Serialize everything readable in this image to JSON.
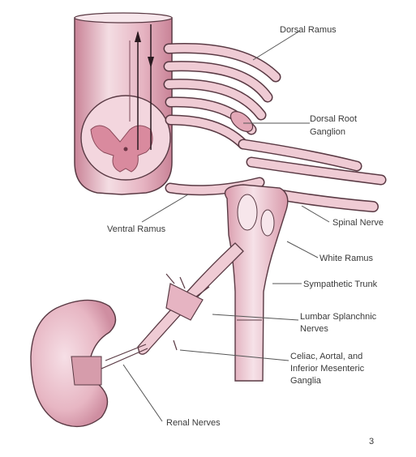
{
  "labels": {
    "dorsal_ramus": "Dorsal Ramus",
    "dorsal_root_ganglion_line1": "Dorsal Root",
    "dorsal_root_ganglion_line2": "Ganglion",
    "ventral_ramus": "Ventral Ramus",
    "spinal_nerve": "Spinal Nerve",
    "white_ramus": "White Ramus",
    "sympathetic_trunk": "Sympathetic Trunk",
    "lumbar_splanchnic_line1": "Lumbar Splanchnic",
    "lumbar_splanchnic_line2": "Nerves",
    "ganglia_line1": "Celiac, Aortal, and",
    "ganglia_line2": "Inferior Mesenteric",
    "ganglia_line3": "Ganglia",
    "renal_nerves": "Renal Nerves",
    "page_number": "3"
  },
  "colors": {
    "tissue_light": "#f4dde3",
    "tissue_mid": "#e6b4c2",
    "tissue_dark": "#c98397",
    "outline": "#5a3a44",
    "gray_matter": "#d98a9e",
    "kidney": "#ecc4cf"
  }
}
